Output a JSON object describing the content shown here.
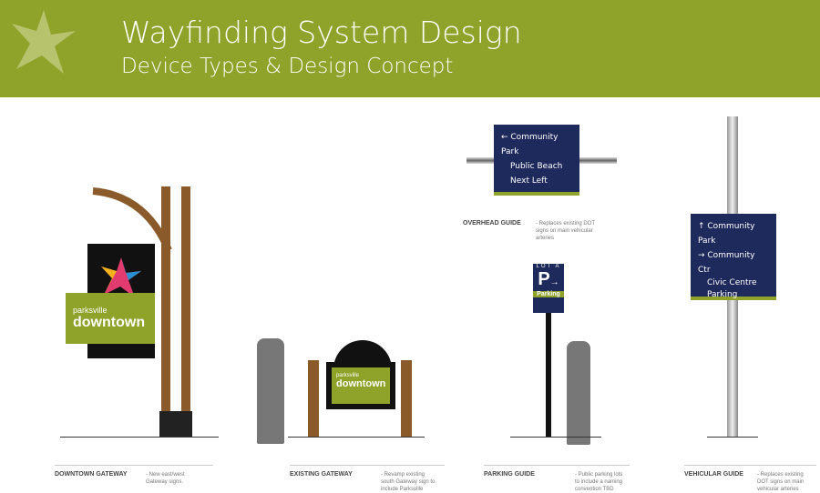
{
  "header": {
    "title": "Wayfinding System Design",
    "subtitle": "Device Types & Design Concept",
    "accent": "#8fa229"
  },
  "signs": {
    "gateway": {
      "line1": "parksville",
      "line2": "downtown"
    },
    "existing": {
      "line1": "parksville",
      "line2": "downtown"
    },
    "overhead": {
      "lines": [
        "← Community Park",
        "Public Beach",
        "Next Left"
      ]
    },
    "parking": {
      "top": "LOT A",
      "symbol": "P",
      "arrow": "→",
      "label": "Parking"
    },
    "vehicular": {
      "lines": [
        "↑ Community Park",
        "→ Community Ctr",
        "Civic Centre",
        "Parking"
      ]
    }
  },
  "captions": [
    {
      "title": "DOWNTOWN GATEWAY",
      "desc": "- New east/west Gateway signs."
    },
    {
      "title": "EXISTING GATEWAY",
      "desc": "- Revamp existing south Gateway sign to include Parksville"
    },
    {
      "title": "PARKING GUIDE",
      "desc": "- Public parking lots to include a naming convention TBD"
    },
    {
      "title": "VEHICULAR GUIDE",
      "desc": "- Replaces existing DOT signs on main vehicular arteries"
    },
    {
      "title": "OVERHEAD GUIDE",
      "desc": "- Replaces existing DOT signs on main vehicular arteries"
    }
  ],
  "colors": {
    "navy": "#1f2a5c",
    "wood": "#8a5a2b",
    "green": "#8fa229"
  }
}
